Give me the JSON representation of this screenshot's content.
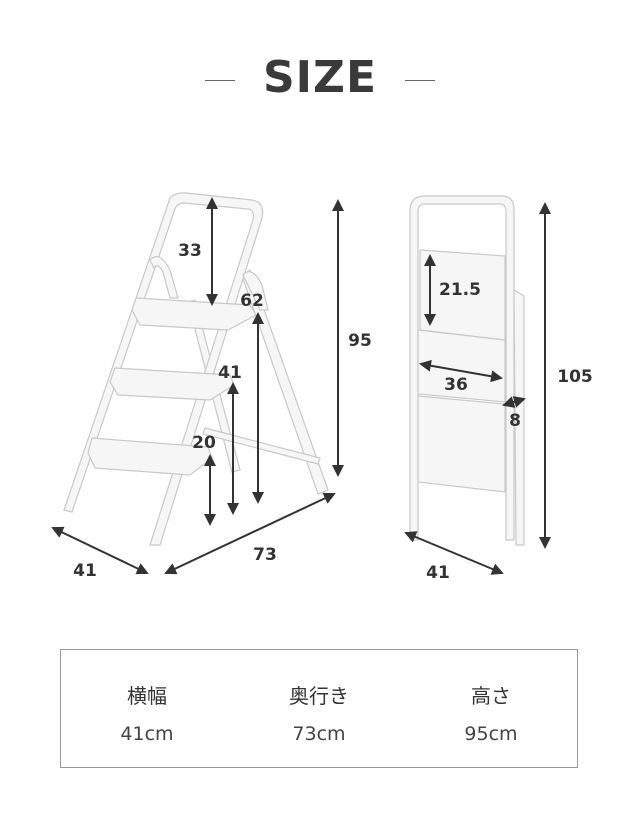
{
  "title": "SIZE",
  "diagram_open": {
    "height_top": "33",
    "step3_height": "62",
    "step2_height": "41",
    "step1_height": "20",
    "total_height": "95",
    "width": "41",
    "depth": "73"
  },
  "diagram_folded": {
    "panel_height": "21.5",
    "panel_width": "36",
    "thickness": "8",
    "height": "105",
    "width": "41"
  },
  "specs": [
    {
      "label": "横幅",
      "value": "41cm"
    },
    {
      "label": "奥行き",
      "value": "73cm"
    },
    {
      "label": "高さ",
      "value": "95cm"
    }
  ],
  "colors": {
    "arrow": "#333333",
    "frame": "#f4f4f4",
    "outline": "#c8c8c8"
  }
}
